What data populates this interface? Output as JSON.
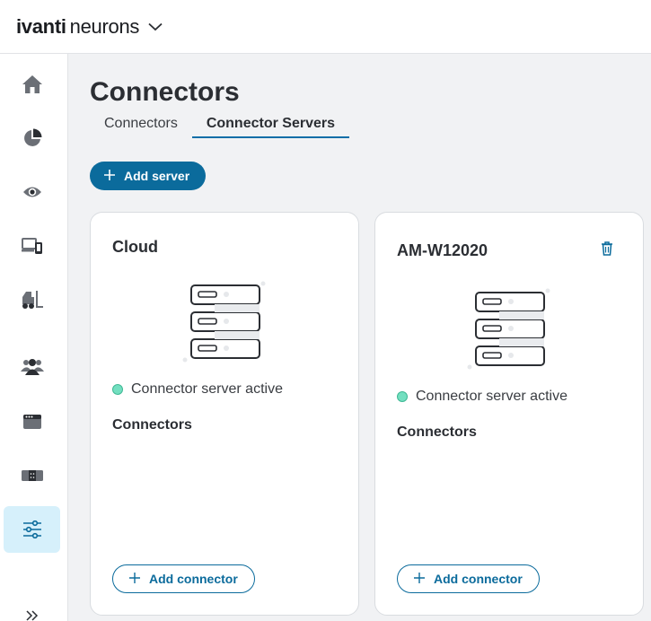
{
  "brand": {
    "name_bold": "ivanti",
    "name_light": "neurons"
  },
  "sidebar": {
    "items": [
      {
        "name": "home-icon"
      },
      {
        "name": "pie-chart-icon"
      },
      {
        "name": "eye-icon"
      },
      {
        "name": "devices-icon"
      },
      {
        "name": "forklift-icon"
      },
      {
        "name": "users-icon"
      },
      {
        "name": "browser-window-icon"
      },
      {
        "name": "module-icon"
      },
      {
        "name": "sliders-icon",
        "active": true
      }
    ],
    "expand_icon": "double-chevron-right-icon"
  },
  "page": {
    "title": "Connectors",
    "tabs": [
      {
        "label": "Connectors",
        "active": false
      },
      {
        "label": "Connector Servers",
        "active": true
      }
    ],
    "add_server_label": "Add server"
  },
  "cards": [
    {
      "title": "Cloud",
      "status": "Connector server active",
      "section_label": "Connectors",
      "add_connector_label": "Add connector",
      "deletable": false
    },
    {
      "title": "AM-W12020",
      "status": "Connector server active",
      "section_label": "Connectors",
      "add_connector_label": "Add connector",
      "deletable": true
    }
  ],
  "colors": {
    "primary": "#0b6b9c",
    "active_nav_bg": "#d6f0fb",
    "status_active": "#73dfc0"
  }
}
